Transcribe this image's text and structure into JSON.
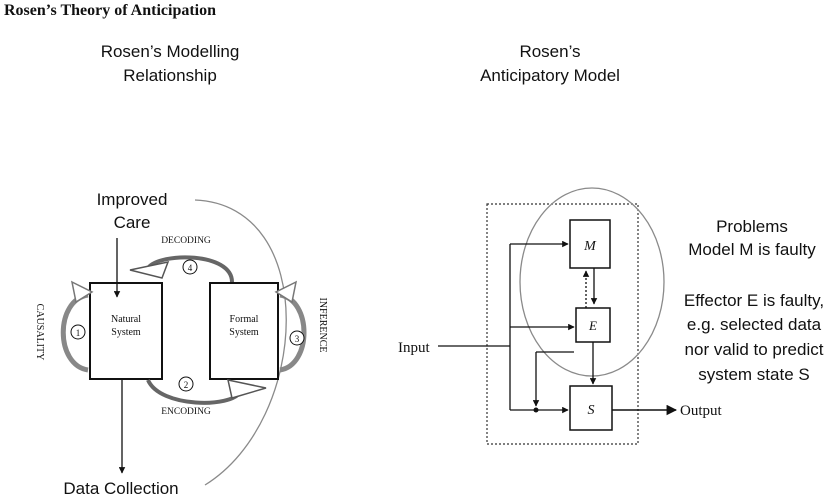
{
  "title": "Rosen’s Theory of Anticipation",
  "left_panel": {
    "heading_line1": "Rosen’s Modelling",
    "heading_line2": "Relationship",
    "improved_care_line1": "Improved",
    "improved_care_line2": "Care",
    "natural_system_line1": "Natural",
    "natural_system_line2": "System",
    "formal_system_line1": "Formal",
    "formal_system_line2": "System",
    "decoding": "DECODING",
    "encoding": "ENCODING",
    "causality": "CAUSALITY",
    "inference": "INFERENCE",
    "step1": "1",
    "step2": "2",
    "step3": "3",
    "step4": "4",
    "data_collection": "Data Collection"
  },
  "right_panel": {
    "heading_line1": "Rosen’s",
    "heading_line2": "Anticipatory Model",
    "input": "Input",
    "output": "Output",
    "box_m": "M",
    "box_e": "E",
    "box_s": "S",
    "problems": "Problems",
    "model_faulty": "Model M is faulty",
    "effector_line1": "Effector E is faulty,",
    "effector_line2": "e.g. selected data",
    "effector_line3": "nor valid to predict",
    "effector_line4": "system state S"
  },
  "colors": {
    "ink": "#111111",
    "ellipse": "#8a8a8a",
    "dashed_box": "#333333"
  }
}
